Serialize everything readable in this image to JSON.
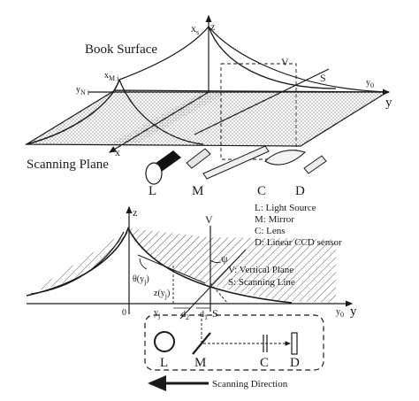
{
  "top": {
    "book_surface": "Book Surface",
    "scanning_plane": "Scanning Plane",
    "z": "z",
    "xs": "x",
    "xs_sub": "s",
    "xmi": "x",
    "xmi_sub": "M i",
    "yni": "y",
    "yni_sub": "N i",
    "y0": "y",
    "y0_sub": "0",
    "y": "y",
    "x": "x",
    "V": "V",
    "S": "S",
    "L": "L",
    "M": "M",
    "C": "C",
    "D": "D"
  },
  "legend": [
    "L:  Light Source",
    "M:  Mirror",
    "C:  Lens",
    "D:  Linear CCD sensor"
  ],
  "bottom": {
    "z": "z",
    "V": "V",
    "psi": "ψ",
    "theta": "θ(y",
    "theta_sub": "j",
    "theta_end": ")",
    "zy": "z(y",
    "zy_sub": "j",
    "zy_end": ")",
    "origin": "0",
    "yj": "y",
    "yj_sub": "j",
    "d2": "d",
    "d2_sub": "2",
    "d1": "d",
    "d1_sub": "1",
    "S": "S",
    "y0": "y",
    "y0_sub": "0",
    "y": "y",
    "vplane": "V:  Vertical Plane",
    "sline": "S:  Scanning Line",
    "L": "L",
    "M": "M",
    "C": "C",
    "D": "D",
    "direction": "Scanning Direction"
  }
}
